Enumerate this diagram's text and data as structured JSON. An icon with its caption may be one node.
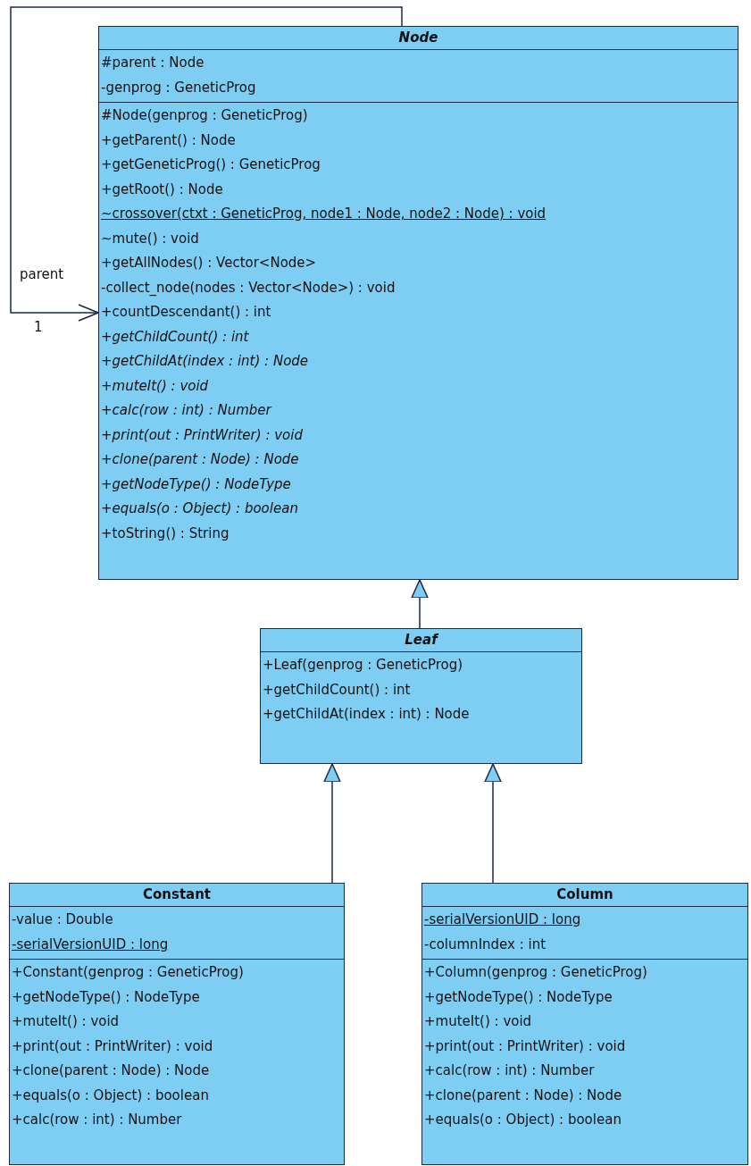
{
  "diagram": {
    "nodes": [
      {
        "text": [
          "Node",
          "#parent : Node",
          "-genprog : GeneticProg",
          "#Node(genprog : GeneticProg)",
          "+getParent() : Node",
          "+getGeneticProg() : GeneticProg",
          "+getRoot() : Node",
          "~crossover(ctxt : GeneticProg, node1 : Node, node2 : Node) : void",
          "~mute() : void",
          "+getAllNodes() : Vector<Node>",
          "-collect_node(nodes : Vector<Node>) : void",
          "+countDescendant() : int",
          "+getChildCount() : int",
          "+getChildAt(index : int) : Node",
          "+muteIt() : void",
          "+calc(row : int) : Number",
          "+print(out : PrintWriter) : void",
          "+clone(parent : Node) : Node",
          "+getNodeType() : NodeType",
          "+equals(o : Object) : boolean",
          "+toString() : String"
        ]
      },
      {
        "text": [
          "Leaf",
          "+Leaf(genprog : GeneticProg)",
          "+getChildCount() : int",
          "+getChildAt(index : int) : Node"
        ]
      },
      {
        "text": [
          "Constant",
          "-value : Double",
          "-serialVersionUID : long",
          "+Constant(genprog : GeneticProg)",
          "+getNodeType() : NodeType",
          "+muteIt() : void",
          "+print(out : PrintWriter) : void",
          "+clone(parent : Node) : Node",
          "+equals(o : Object) : boolean",
          "+calc(row : int) : Number"
        ]
      },
      {
        "text": [
          "Column",
          "-serialVersionUID : long",
          "-columnIndex : int",
          "+Column(genprog : GeneticProg)",
          "+getNodeType() : NodeType",
          "+muteIt() : void",
          "+print(out : PrintWriter) : void",
          "+calc(row : int) : Number",
          "+clone(parent : Node) : Node",
          "+equals(o : Object) : boolean"
        ]
      }
    ],
    "edges": [
      {
        "from": 0,
        "to": 0,
        "arrow": "to",
        "label": "parent"
      },
      {
        "from": 1,
        "to": 0,
        "arrow": "to"
      },
      {
        "from": 2,
        "to": 1,
        "arrow": "to"
      },
      {
        "from": 3,
        "to": 1,
        "arrow": "to"
      }
    ],
    "labels": [
      "1"
    ]
  }
}
